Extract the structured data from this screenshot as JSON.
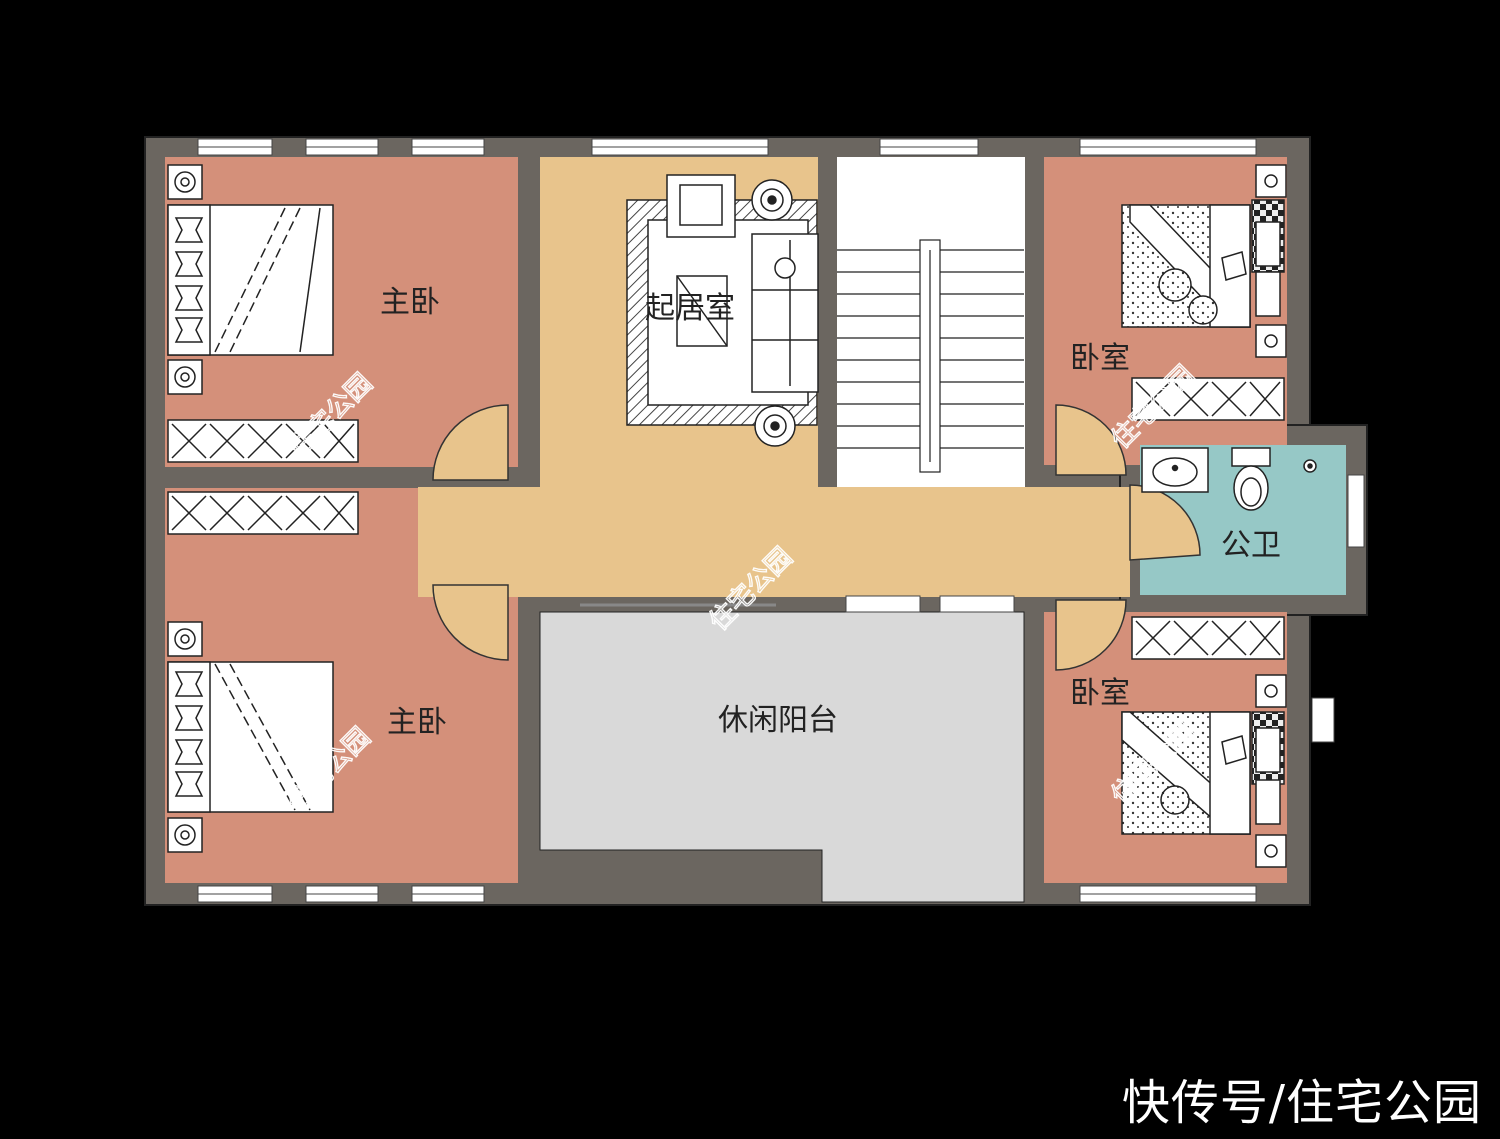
{
  "rooms": {
    "master_bedroom_top": "主卧",
    "master_bedroom_bottom": "主卧",
    "living_room": "起居室",
    "bedroom_top_right": "卧室",
    "bedroom_bottom_right": "卧室",
    "public_bathroom": "公卫",
    "leisure_balcony": "休闲阳台"
  },
  "watermark": "住宅公园",
  "credit": "快传号/住宅公园",
  "colors": {
    "background": "#000000",
    "wall": "#6b6660",
    "bedroom": "#d4907a",
    "living": "#e8c48c",
    "bathroom": "#96c8c6",
    "balcony": "#d9d9d9",
    "stair": "#ffffff"
  }
}
